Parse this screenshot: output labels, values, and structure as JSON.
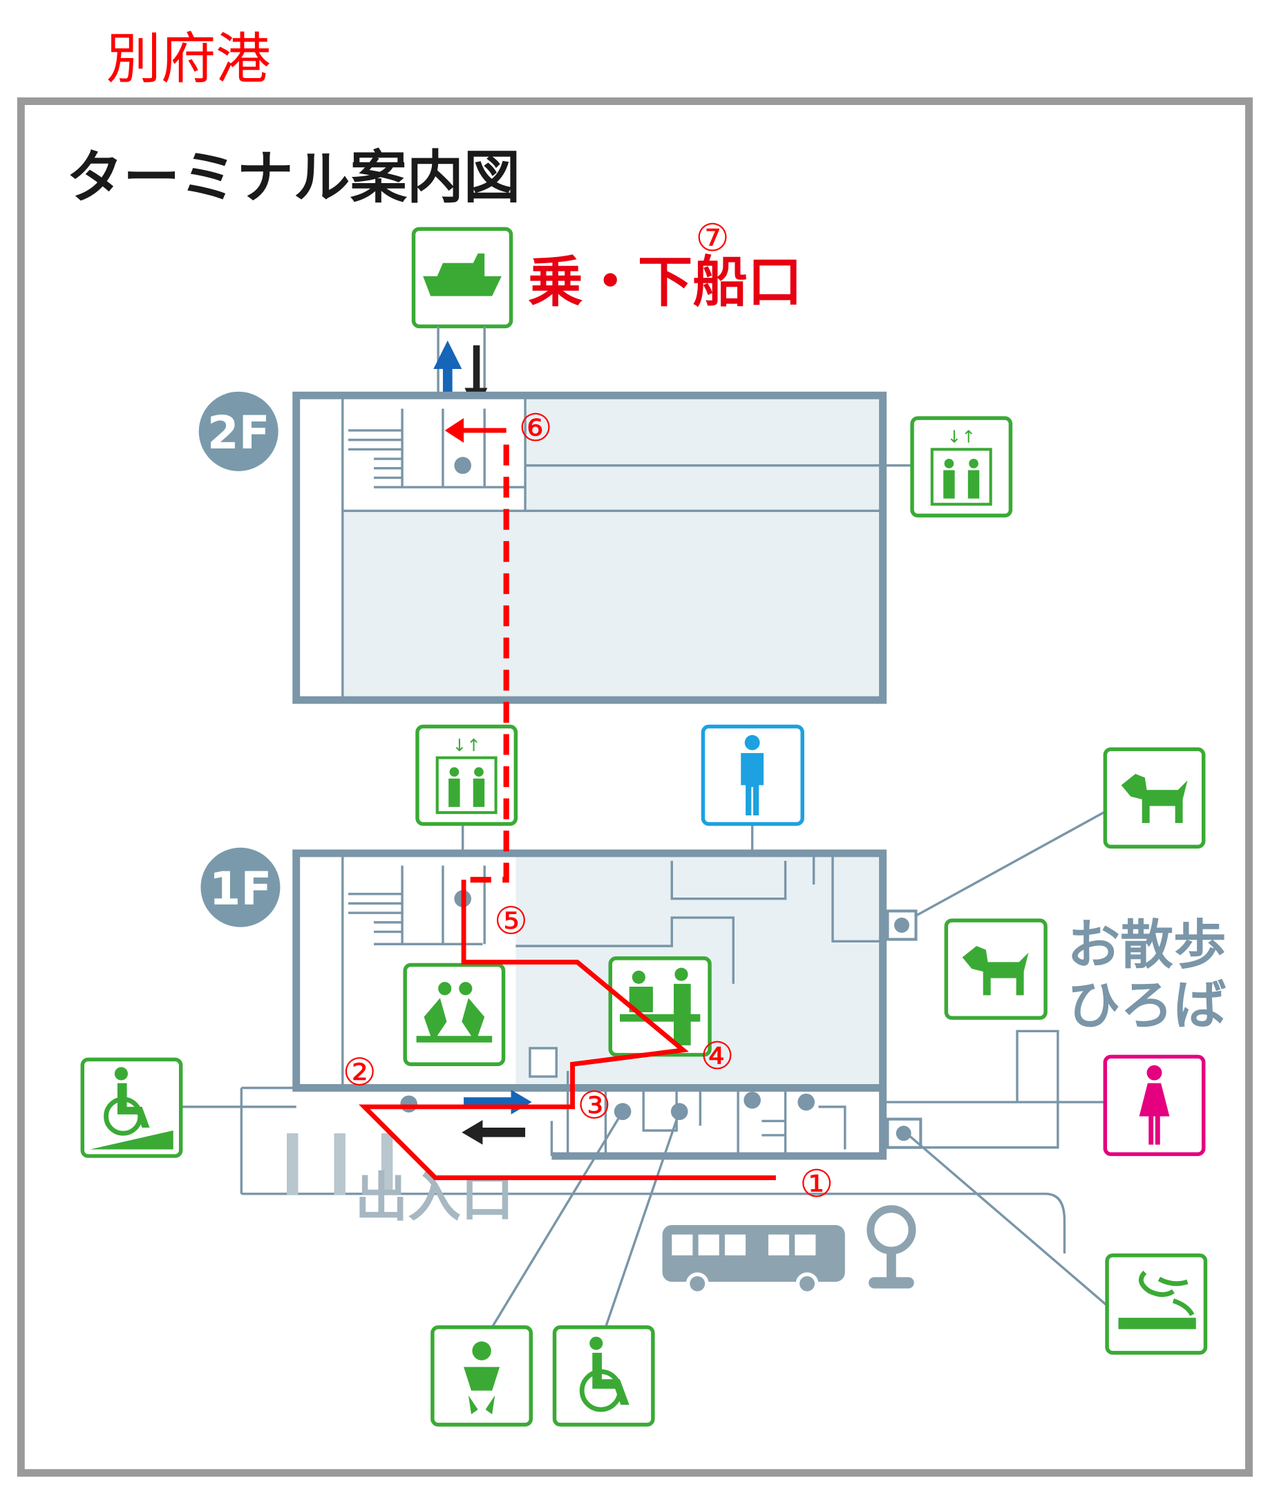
{
  "page_title": "別府港",
  "map": {
    "heading": "ターミナル案内図",
    "boarding_label": "乗・下船口",
    "floors": {
      "upper": "2F",
      "lower": "1F"
    },
    "walk_area_line1": "お散歩",
    "walk_area_line2": "ひろば",
    "entrance_label": "出入口",
    "route_steps": [
      "①",
      "②",
      "③",
      "④",
      "⑤",
      "⑥",
      "⑦"
    ]
  },
  "colors": {
    "route": "#ff0000",
    "pictogram": "#3aaa35",
    "men": "#1da1e0",
    "women": "#e4007f",
    "building": "#7a96a8"
  },
  "icons": [
    "ship-icon",
    "elevator-icon",
    "men-toilet-icon",
    "women-toilet-icon",
    "dog-icon",
    "waiting-area-icon",
    "information-icon",
    "wheelchair-ramp-icon",
    "baby-care-icon",
    "accessible-toilet-icon",
    "smoking-area-icon",
    "bus-icon",
    "bus-stop-icon"
  ]
}
